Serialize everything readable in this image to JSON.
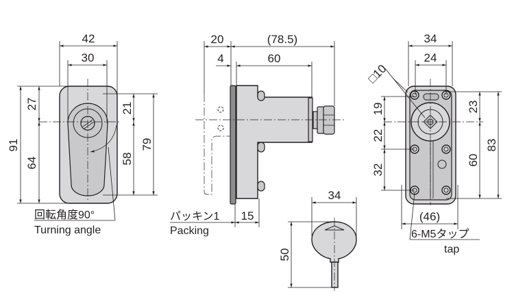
{
  "front_view": {
    "dims": {
      "width_overall": "42",
      "width_inner": "30",
      "height_total": "91",
      "top_to_center": "27",
      "center_to_bottom": "64",
      "top_inner": "21",
      "bottom_inner": "58",
      "height_inner": "79"
    },
    "note_jp": "回転角度90°",
    "note_en": "Turning angle"
  },
  "side_view": {
    "dims": {
      "panel": "20",
      "overall": "(78.5)",
      "flange": "4",
      "body": "60",
      "base": "15"
    },
    "note_jp": "パッキン1",
    "note_en": "Packing"
  },
  "rear_view": {
    "dims": {
      "width_overall": "34",
      "width_holes": "24",
      "square": "□10",
      "top_to_center": "19",
      "center_to_hole": "22",
      "hole_spacing": "32",
      "top_inner": "23",
      "lower_inner": "60",
      "height_total": "83",
      "base_width": "(46)"
    },
    "note_jp": "6-M5タップ",
    "note_en": "tap"
  },
  "key_view": {
    "dims": {
      "width": "34",
      "length": "50"
    }
  },
  "colors": {
    "part_fill": "#d8d8da",
    "line": "#231f20"
  }
}
